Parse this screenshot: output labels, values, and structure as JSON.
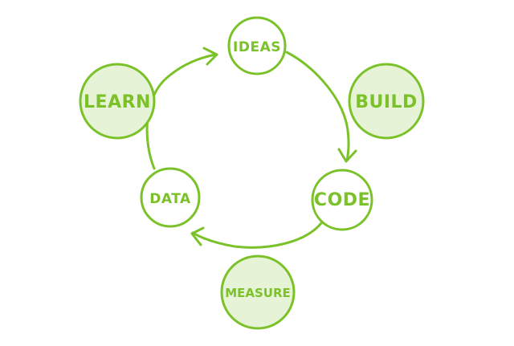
{
  "colors": {
    "stroke": "#7bc22a",
    "fill": "#e7f3d6"
  },
  "nodes": {
    "ideas": "IDEAS",
    "code": "CODE",
    "data": "DATA",
    "learn": "LEARN",
    "build": "BUILD",
    "measure": "MEASURE"
  }
}
